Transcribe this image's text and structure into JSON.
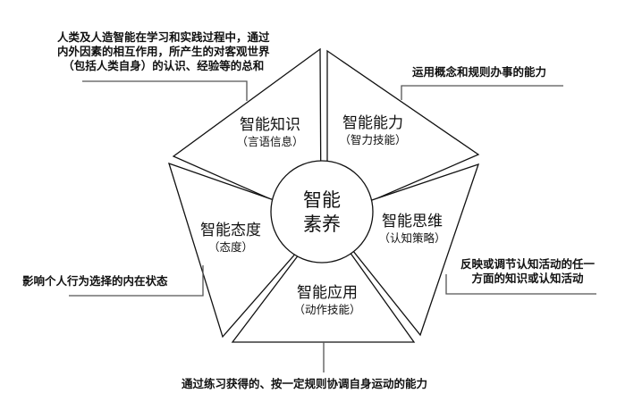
{
  "center": {
    "line1": "智能",
    "line2": "素养"
  },
  "segments": [
    {
      "title": "智能知识",
      "subtitle": "（言语信息）",
      "note": [
        "人类及人造智能在学习和实践过程中，通过",
        "内外因素的相互作用，所产生的对客观世界",
        "（包括人类自身）的认识、经验等的总和"
      ]
    },
    {
      "title": "智能能力",
      "subtitle": "（智力技能）",
      "note": [
        "运用概念和规则办事的能力"
      ]
    },
    {
      "title": "智能思维",
      "subtitle": "（认知策略）",
      "note": [
        "反映或调节认知活动的任一",
        "方面的知识或认知活动"
      ]
    },
    {
      "title": "智能应用",
      "subtitle": "（动作技能）",
      "note": [
        "通过练习获得的、按一定规则协调自身运动的能力"
      ]
    },
    {
      "title": "智能态度",
      "subtitle": "（态度）",
      "note": [
        "影响个人行为选择的内在状态"
      ]
    }
  ]
}
